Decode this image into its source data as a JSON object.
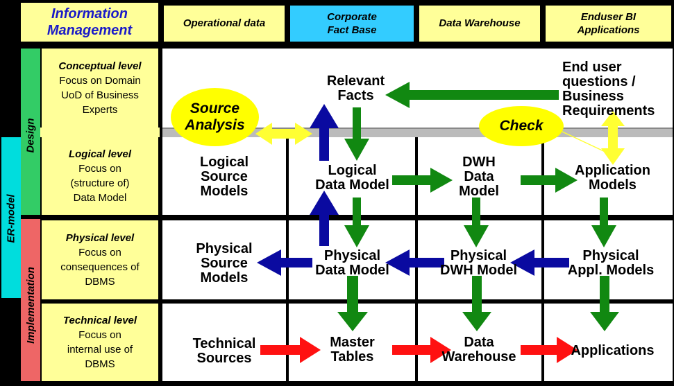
{
  "title": "Information\nManagement",
  "columns": [
    {
      "label": "Operational data"
    },
    {
      "label": "Corporate\nFact Base"
    },
    {
      "label": "Data Warehouse"
    },
    {
      "label": "Enduser BI\nApplications"
    }
  ],
  "side_labels": {
    "design": "Design",
    "er_model": "ER-model",
    "implementation": "Implementation"
  },
  "levels": [
    {
      "title": "Conceptual level",
      "desc": "Focus on Domain\nUoD of Business\nExperts"
    },
    {
      "title": "Logical level",
      "desc": "Focus on\n(structure of)\nData Model"
    },
    {
      "title": "Physical level",
      "desc": "Focus on\nconsequences of\nDBMS"
    },
    {
      "title": "Technical level",
      "desc": "Focus on\ninternal use of\nDBMS"
    }
  ],
  "nodes": {
    "relevant_facts": "Relevant\nFacts",
    "enduser_questions": "End user\nquestions /\nBusiness\nRequirements",
    "logical_source_models": "Logical\nSource\nModels",
    "logical_data_model": "Logical\nData Model",
    "dwh_data_model": "DWH\nData\nModel",
    "application_models": "Application\nModels",
    "physical_source_models": "Physical\nSource\nModels",
    "physical_data_model": "Physical\nData Model",
    "physical_dwh_model": "Physical\nDWH Model",
    "physical_appl_models": "Physical\nAppl. Models",
    "technical_sources": "Technical\nSources",
    "master_tables": "Master\nTables",
    "data_warehouse": "Data\nWarehouse",
    "applications": "Applications"
  },
  "ellipses": {
    "source_analysis": "Source\nAnalysis",
    "check": "Check"
  },
  "colors": {
    "header_yellow": "#ffff99",
    "header_blue": "#33ccff",
    "title_blue": "#1a1ac8",
    "design_green": "#33cc66",
    "er_cyan": "#00dddd",
    "impl_red": "#ee6666",
    "arrow_green": "#118811",
    "arrow_blue": "#0a0aa0",
    "arrow_red": "#ff1111",
    "arrow_yellow": "#ffff33",
    "ellipse_yellow": "#ffff00"
  }
}
